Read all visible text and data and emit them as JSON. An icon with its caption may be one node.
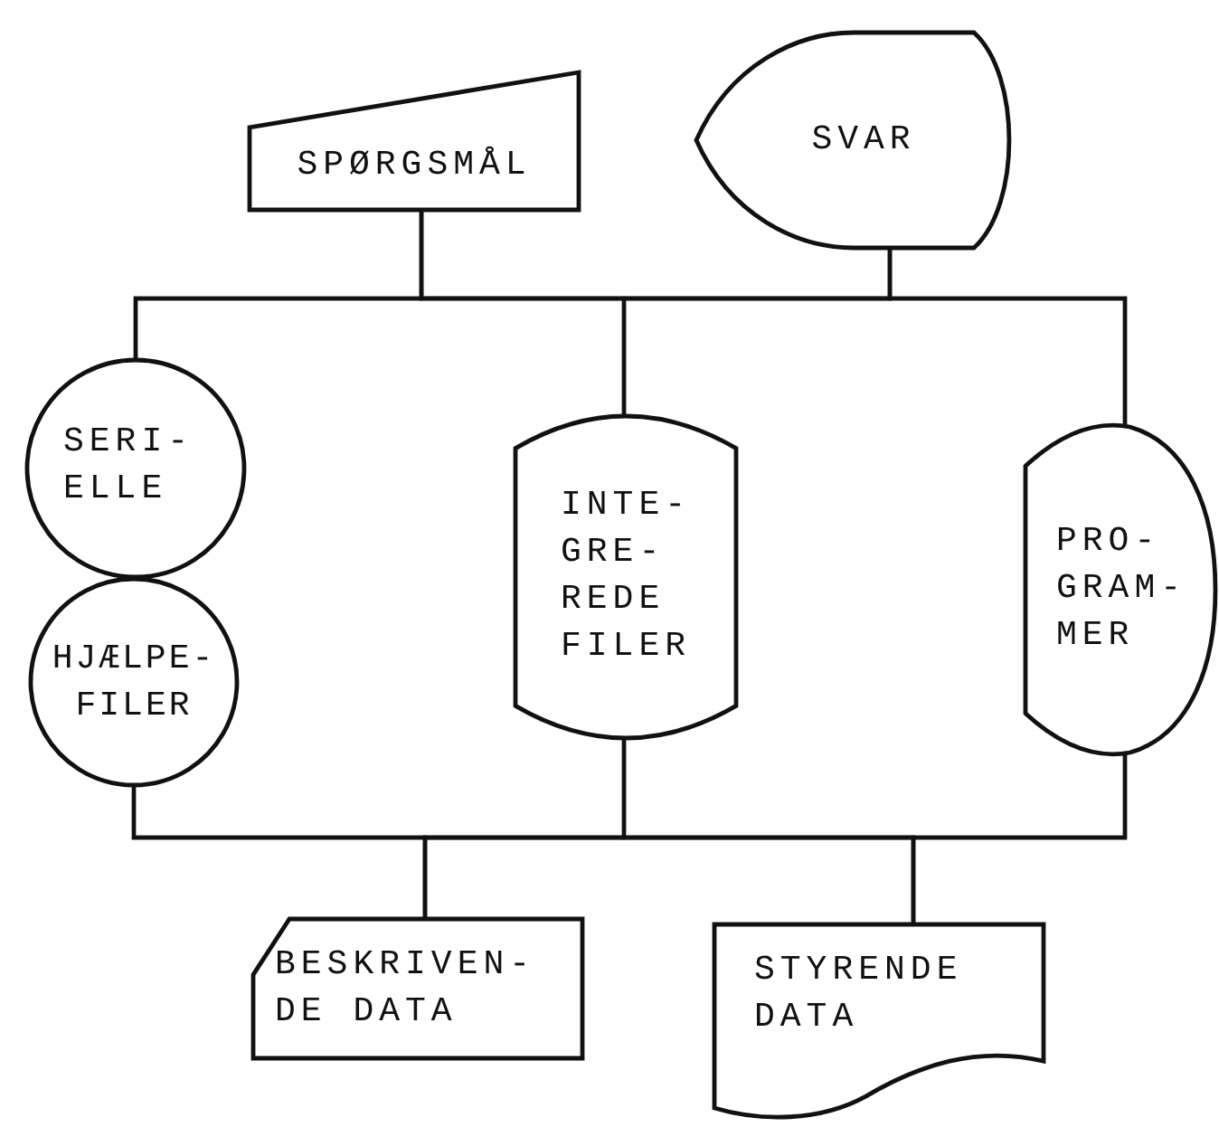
{
  "diagram": {
    "nodes": [
      {
        "text": [
          "SPØRGSMÅL"
        ]
      },
      {
        "text": [
          "SVAR"
        ]
      },
      {
        "text": [
          "SERI- ELLE"
        ]
      },
      {
        "text": [
          "HJÆLPE- FILER"
        ]
      },
      {
        "text": [
          "INTE- GRE- REDE FILER"
        ]
      },
      {
        "text": [
          "PRO- GRAM- MER"
        ]
      },
      {
        "text": [
          "BESKRIVEN- DE DATA"
        ]
      },
      {
        "text": [
          "STYRENDE DATA"
        ]
      }
    ],
    "edges": [
      {
        "from": 0,
        "to": 2,
        "arrow": "none"
      },
      {
        "from": 0,
        "to": 4,
        "arrow": "none"
      },
      {
        "from": 0,
        "to": 5,
        "arrow": "none"
      },
      {
        "from": 1,
        "to": 2,
        "arrow": "none"
      },
      {
        "from": 1,
        "to": 4,
        "arrow": "none"
      },
      {
        "from": 1,
        "to": 5,
        "arrow": "none"
      },
      {
        "from": 3,
        "to": 6,
        "arrow": "none"
      },
      {
        "from": 3,
        "to": 7,
        "arrow": "none"
      },
      {
        "from": 4,
        "to": 6,
        "arrow": "none"
      },
      {
        "from": 4,
        "to": 7,
        "arrow": "none"
      },
      {
        "from": 5,
        "to": 6,
        "arrow": "none"
      },
      {
        "from": 5,
        "to": 7,
        "arrow": "none"
      }
    ]
  }
}
